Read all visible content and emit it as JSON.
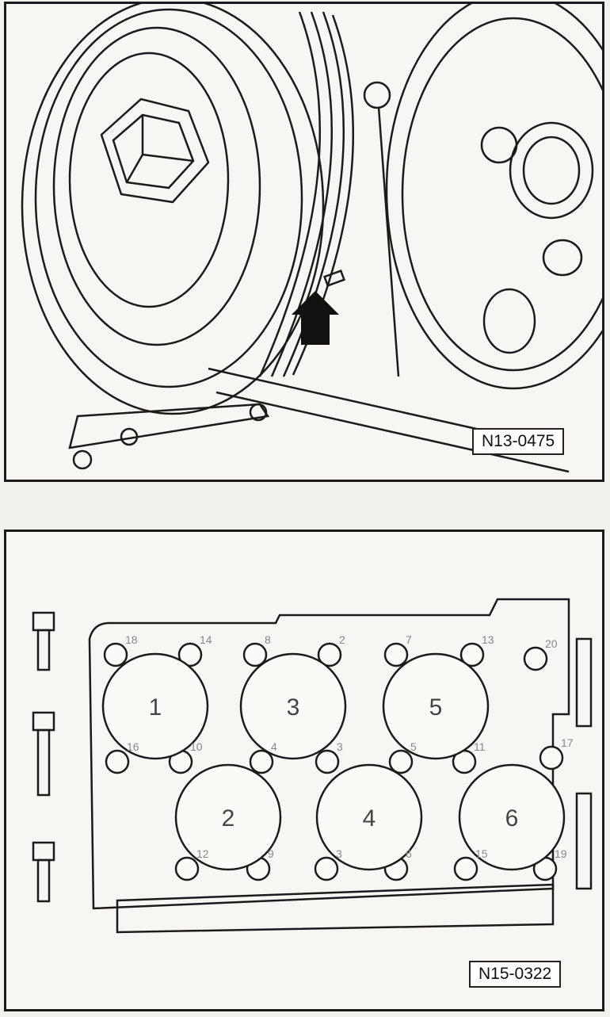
{
  "figures": {
    "top": {
      "label": "N13-0475"
    },
    "bottom": {
      "label": "N15-0322",
      "cylinders": [
        "1",
        "2",
        "3",
        "4",
        "5",
        "6"
      ],
      "bolt_sequence": [
        "18",
        "14",
        "8",
        "2",
        "7",
        "13",
        "20",
        "16",
        "10",
        "4",
        "3",
        "5",
        "11",
        "17",
        "12",
        "9",
        "3",
        "6",
        "15",
        "19"
      ]
    }
  },
  "colors": {
    "line": "#1b1b1b",
    "paper": "#f7f6f2",
    "arrow": "#111111"
  },
  "icons": {
    "marker": "arrow-up-icon"
  }
}
